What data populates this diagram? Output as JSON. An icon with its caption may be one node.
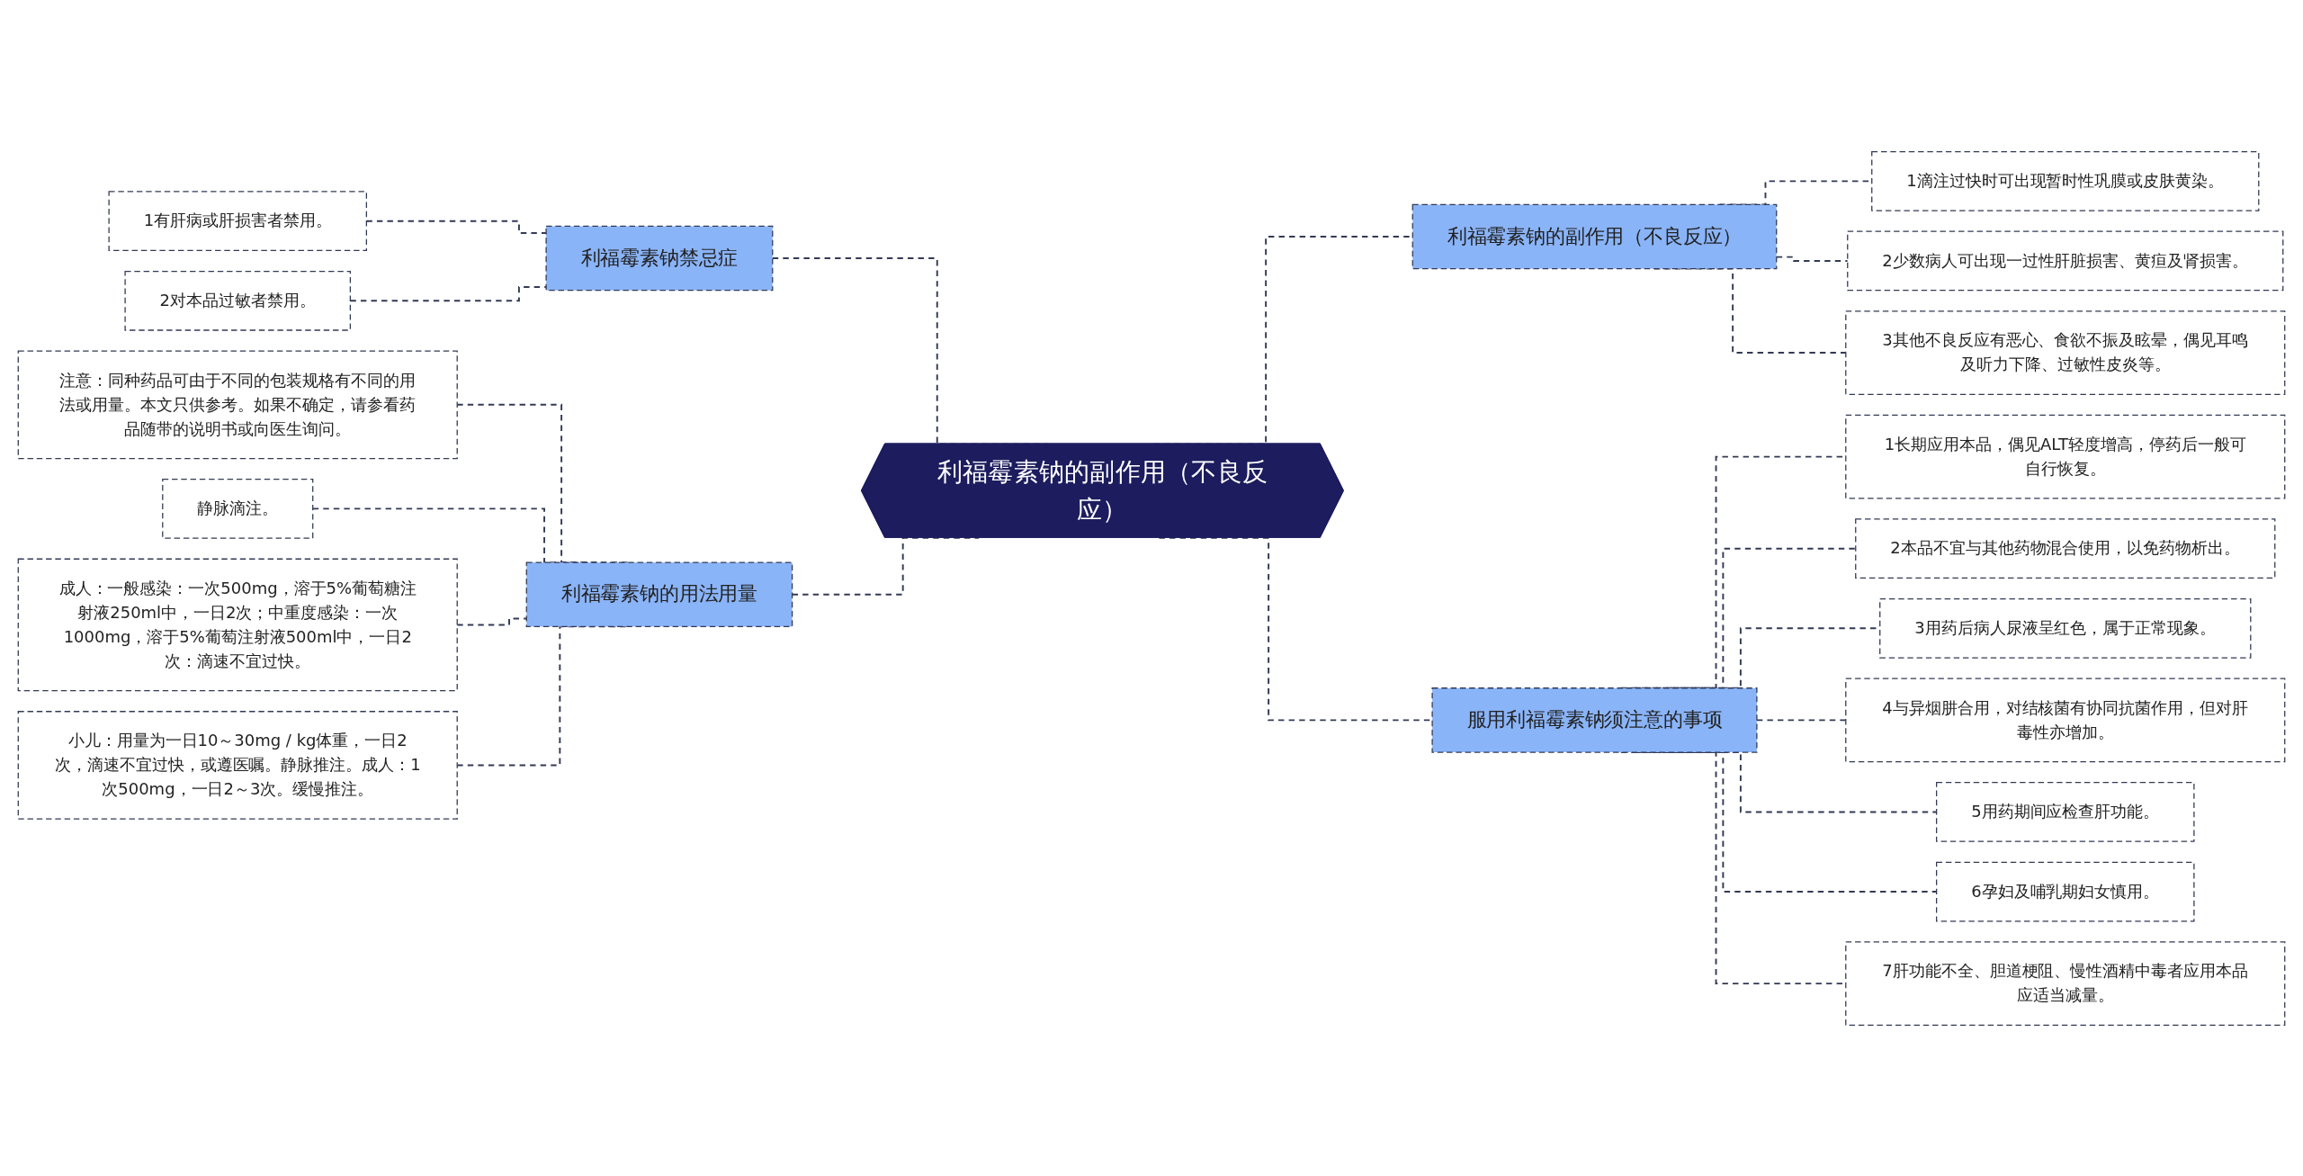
{
  "diagram": {
    "nodes": [
      {
        "text": [
          "利福霉素钠的副作用（不良反应）"
        ]
      },
      {
        "text": [
          "利福霉素钠禁忌症"
        ]
      },
      {
        "text": [
          "1有肝病或肝损害者禁用。"
        ]
      },
      {
        "text": [
          "2对本品过敏者禁用。"
        ]
      },
      {
        "text": [
          "利福霉素钠的用法用量"
        ]
      },
      {
        "text": [
          "注意：同种药品可由于不同的包装规格有不同的用法或用量。本文只供参考。如果不确定，请参看药品随带的说明书或向医生询问。"
        ]
      },
      {
        "text": [
          "静脉滴注。"
        ]
      },
      {
        "text": [
          "成人：一般感染：一次500mg，溶于5%葡萄糖注射液250ml中，一日2次；中重度感染：一次1000mg，溶于5%葡萄注射液500ml中，一日2次：滴速不宜过快。"
        ]
      },
      {
        "text": [
          "小儿：用量为一日10～30mg / kg体重，一日2次，滴速不宜过快，或遵医嘱。静脉推注。成人：1次500mg，一日2～3次。缓慢推注。"
        ]
      },
      {
        "text": [
          "利福霉素钠的副作用（不良反应）"
        ]
      },
      {
        "text": [
          "1滴注过快时可出现暂时性巩膜或皮肤黄染。"
        ]
      },
      {
        "text": [
          "2少数病人可出现一过性肝脏损害、黄疸及肾损害。"
        ]
      },
      {
        "text": [
          "3其他不良反应有恶心、食欲不振及眩晕，偶见耳鸣及听力下降、过敏性皮炎等。"
        ]
      },
      {
        "text": [
          "服用利福霉素钠须注意的事项"
        ]
      },
      {
        "text": [
          "1长期应用本品，偶见ALT轻度增高，停药后一般可自行恢复。"
        ]
      },
      {
        "text": [
          "2本品不宜与其他药物混合使用，以免药物析出。"
        ]
      },
      {
        "text": [
          "3用药后病人尿液呈红色，属于正常现象。"
        ]
      },
      {
        "text": [
          "4与异烟肼合用，对结核菌有协同抗菌作用，但对肝毒性亦增加。"
        ]
      },
      {
        "text": [
          "5用药期间应检查肝功能。"
        ]
      },
      {
        "text": [
          "6孕妇及哺乳期妇女慎用。"
        ]
      },
      {
        "text": [
          "7肝功能不全、胆道梗阻、慢性酒精中毒者应用本品应适当减量。"
        ]
      }
    ],
    "edges": [
      {
        "from": 2,
        "to": 1,
        "arrow": "none",
        "style": "dashed"
      },
      {
        "from": 3,
        "to": 1,
        "arrow": "none",
        "style": "dashed"
      },
      {
        "from": 1,
        "to": 0,
        "arrow": "none",
        "style": "dashed"
      },
      {
        "from": 5,
        "to": 4,
        "arrow": "none",
        "style": "dashed"
      },
      {
        "from": 6,
        "to": 4,
        "arrow": "none",
        "style": "dashed"
      },
      {
        "from": 7,
        "to": 4,
        "arrow": "none",
        "style": "dashed"
      },
      {
        "from": 8,
        "to": 4,
        "arrow": "none",
        "style": "dashed"
      },
      {
        "from": 4,
        "to": 0,
        "arrow": "none",
        "style": "dashed"
      },
      {
        "from": 0,
        "to": 9,
        "arrow": "none",
        "style": "dashed"
      },
      {
        "from": 9,
        "to": 10,
        "arrow": "none",
        "style": "dashed"
      },
      {
        "from": 9,
        "to": 11,
        "arrow": "none",
        "style": "dashed"
      },
      {
        "from": 9,
        "to": 12,
        "arrow": "none",
        "style": "dashed"
      },
      {
        "from": 0,
        "to": 13,
        "arrow": "none",
        "style": "dashed"
      },
      {
        "from": 13,
        "to": 14,
        "arrow": "none",
        "style": "dashed"
      },
      {
        "from": 13,
        "to": 15,
        "arrow": "none",
        "style": "dashed"
      },
      {
        "from": 13,
        "to": 16,
        "arrow": "none",
        "style": "dashed"
      },
      {
        "from": 13,
        "to": 17,
        "arrow": "none",
        "style": "dashed"
      },
      {
        "from": 13,
        "to": 18,
        "arrow": "none",
        "style": "dashed"
      },
      {
        "from": 13,
        "to": 19,
        "arrow": "none",
        "style": "dashed"
      },
      {
        "from": 13,
        "to": 20,
        "arrow": "none",
        "style": "dashed"
      }
    ]
  }
}
